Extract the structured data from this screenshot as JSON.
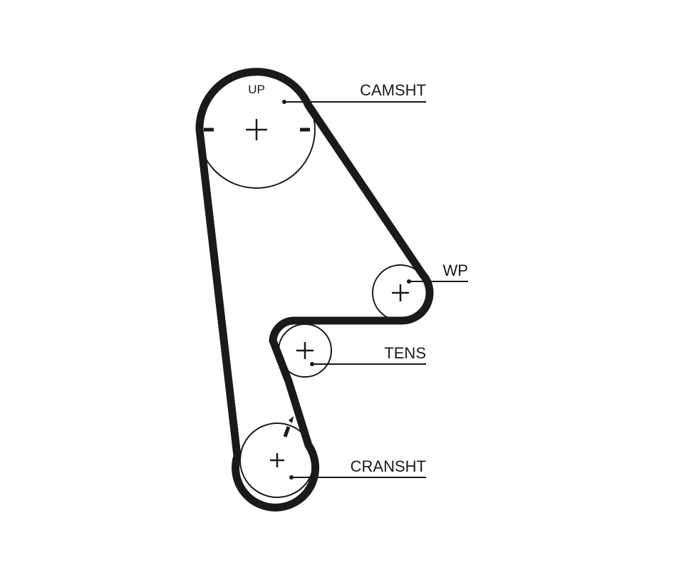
{
  "diagram": {
    "labels": {
      "camshaft": "CAMSHT",
      "water_pump": "WP",
      "tensioner": "TENS",
      "crankshaft": "CRANSHT",
      "up": "UP"
    },
    "colors": {
      "ink": "#1a1a1a",
      "background": "#ffffff"
    }
  }
}
